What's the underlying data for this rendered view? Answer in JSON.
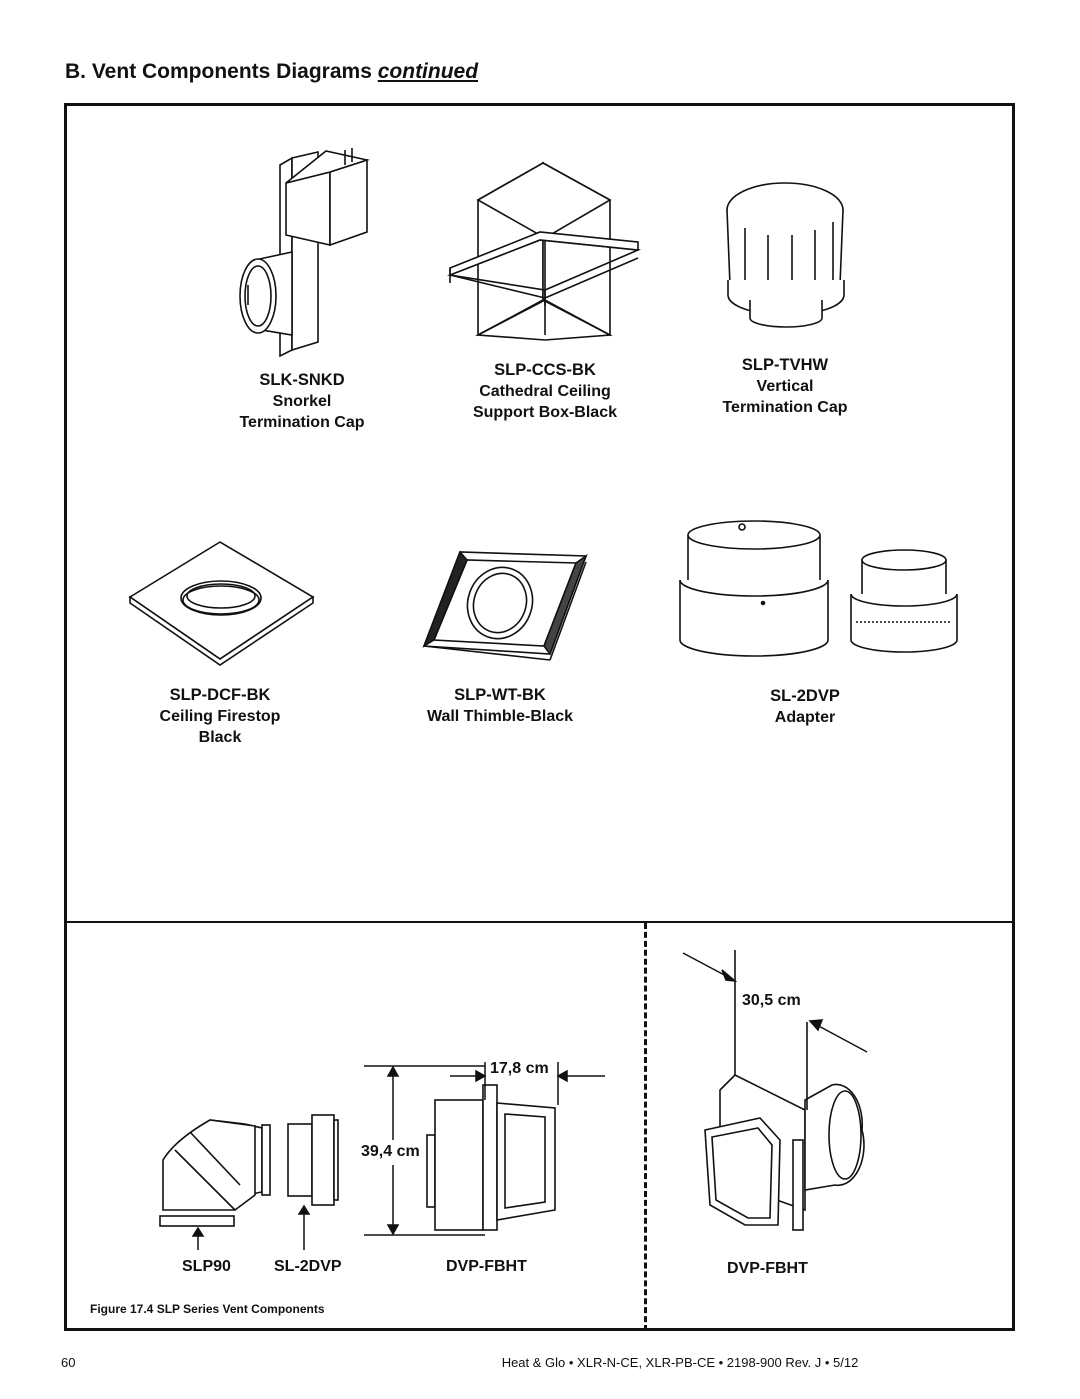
{
  "heading": {
    "prefix": "B.  Vent Components Diagrams ",
    "italic": "continued"
  },
  "components": {
    "slk_snkd": {
      "code": "SLK-SNKD",
      "line1": "Snorkel",
      "line2": "Termination Cap"
    },
    "slp_ccs_bk": {
      "code": "SLP-CCS-BK",
      "line1": "Cathedral Ceiling",
      "line2": "Support Box-Black"
    },
    "slp_tvhw": {
      "code": "SLP-TVHW",
      "line1": "Vertical",
      "line2": "Termination Cap"
    },
    "slp_dcf_bk": {
      "code": "SLP-DCF-BK",
      "line1": "Ceiling Firestop",
      "line2": "Black"
    },
    "slp_wt_bk": {
      "code": "SLP-WT-BK",
      "line1": "Wall Thimble-Black"
    },
    "sl_2dvp": {
      "code": "SL-2DVP",
      "line1": "Adapter"
    }
  },
  "bottom": {
    "slp90": "SLP90",
    "sl2dvp": "SL-2DVP",
    "dvp_fbht_left": "DVP-FBHT",
    "dvp_fbht_right": "DVP-FBHT",
    "dim_width": "17,8 cm",
    "dim_height": "39,4 cm",
    "dim_right": "30,5 cm"
  },
  "caption": "Figure 17.4  SLP Series Vent Components",
  "footer": {
    "page": "60",
    "meta": "Heat & Glo  •  XLR-N-CE, XLR-PB-CE  •  2198-900 Rev. J  •  5/12"
  }
}
